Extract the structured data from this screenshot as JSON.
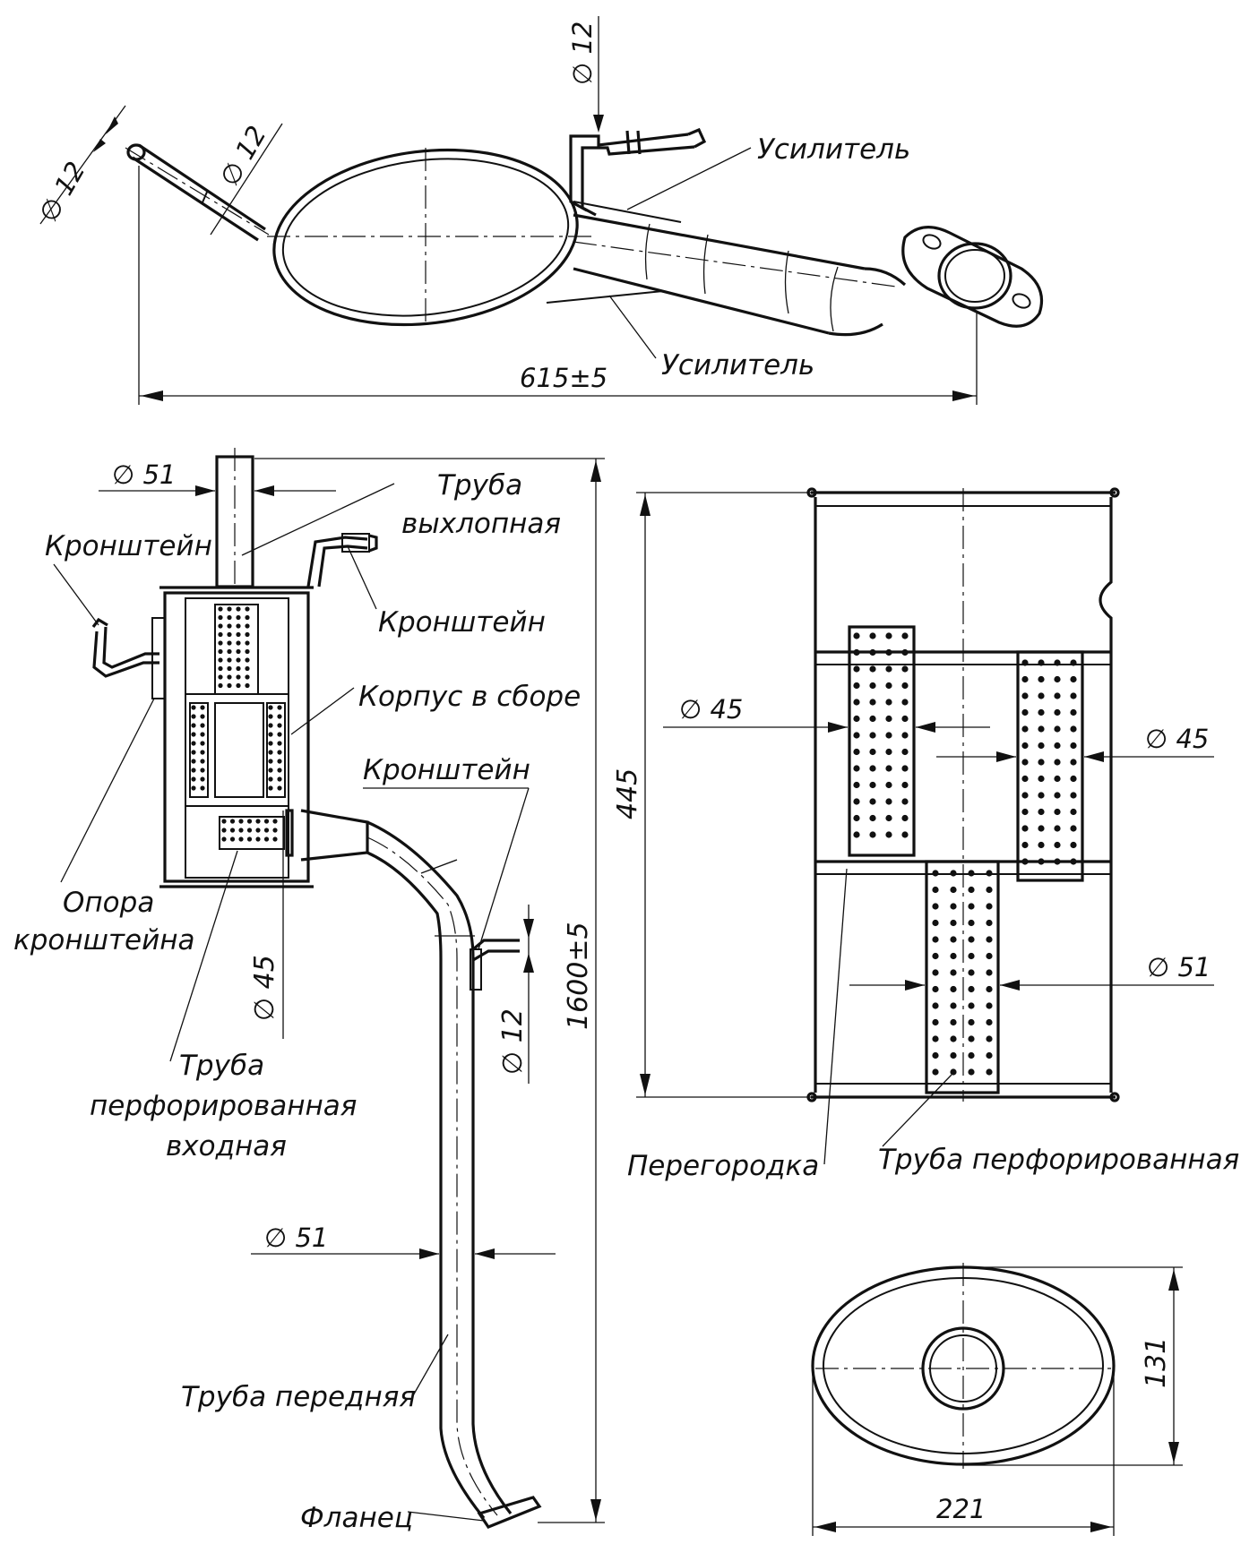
{
  "drawing": {
    "top_view": {
      "dia_left_end": "∅ 12",
      "dia_left_pipe": "∅ 12",
      "dia_bracket_top": "∅ 12",
      "reinforcer_top": "Усилитель",
      "reinforcer_bottom": "Усилитель",
      "length": "615±5"
    },
    "side_view": {
      "dia_exhaust": "∅ 51",
      "exhaust_pipe_line1": "Труба",
      "exhaust_pipe_line2": "выхлопная",
      "bracket_left": "Кронштейн",
      "bracket_right": "Кронштейн",
      "body_assembly": "Корпус в сборе",
      "bracket_front": "Кронштейн",
      "bracket_support_line1": "Опора",
      "bracket_support_line2": "кронштейна",
      "dia_inlet": "∅ 45",
      "dia_bracket_front": "∅ 12",
      "total_length": "1600±5",
      "perf_inlet_line1": "Труба",
      "perf_inlet_line2": "перфорированная",
      "perf_inlet_line3": "входная",
      "dia_front_pipe": "∅ 51",
      "front_pipe": "Труба передняя",
      "flange": "Фланец"
    },
    "section_view": {
      "height": "445",
      "dia_left": "∅ 45",
      "dia_right": "∅ 45",
      "dia_bottom": "∅ 51",
      "partition": "Перегородка",
      "perf_pipe": "Труба перфорированная"
    },
    "end_view": {
      "height": "131",
      "width": "221"
    }
  }
}
